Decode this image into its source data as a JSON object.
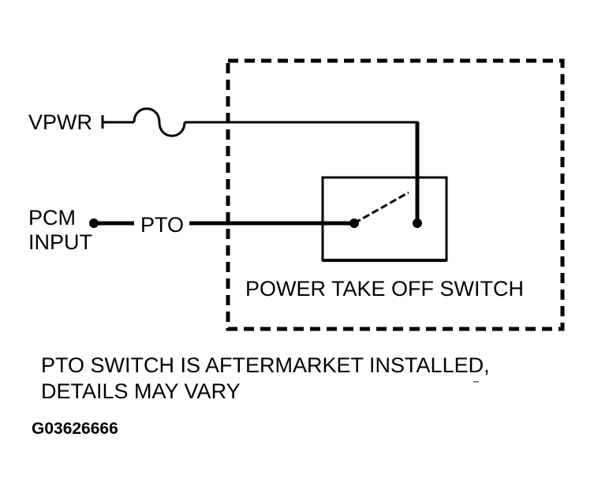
{
  "diagram": {
    "vpwr_label": "VPWR",
    "pcm_label_line1": "PCM",
    "pcm_label_line2": "INPUT",
    "pto_wire_label": "PTO",
    "switch_label": "POWER TAKE OFF SWITCH",
    "note_line1": "PTO SWITCH IS AFTERMARKET INSTALLED,",
    "note_line2": "DETAILS MAY VARY",
    "figure_code": "G03626666"
  },
  "colors": {
    "line": "#000000",
    "background": "#ffffff"
  },
  "icons": {
    "fuse": "fuse-icon",
    "switch": "spst-switch-icon",
    "terminal": "connector-dot-icon"
  }
}
